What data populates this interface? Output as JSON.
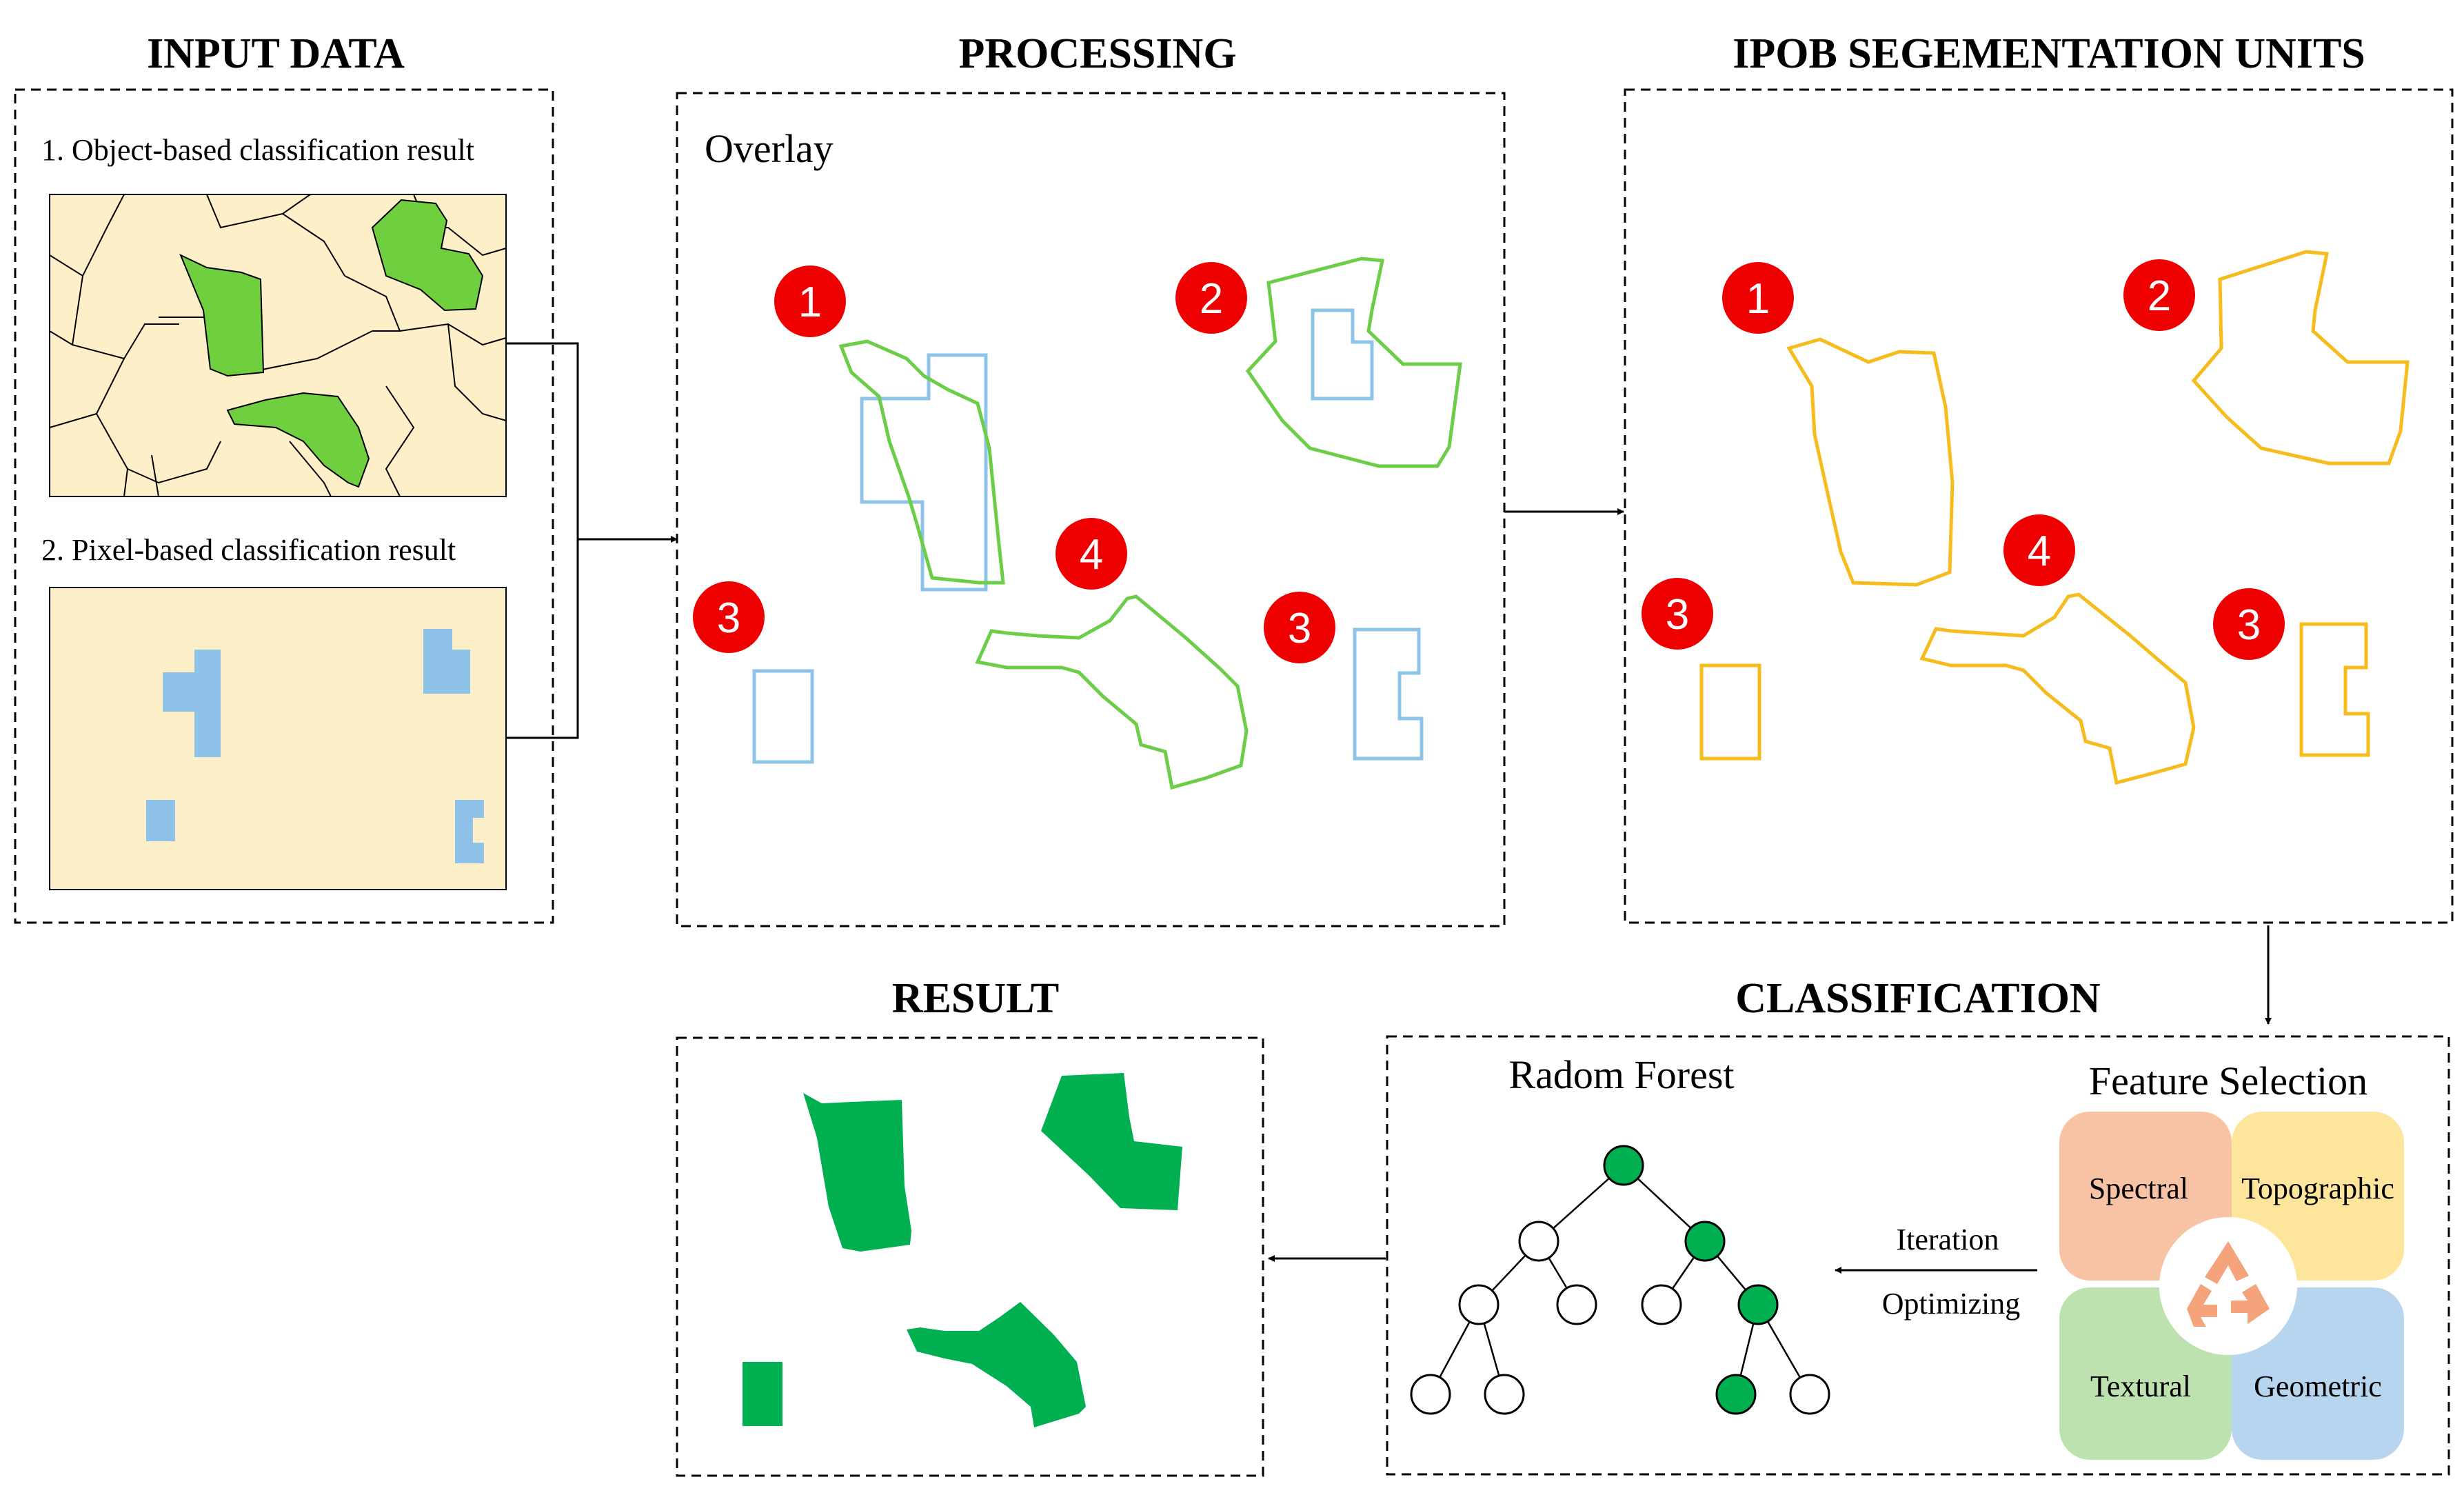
{
  "sections": {
    "input_data": {
      "heading": "INPUT DATA",
      "item1": "1. Object-based classification result",
      "item2": "2. Pixel-based classification result"
    },
    "processing": {
      "heading": "PROCESSING",
      "overlay_label": "Overlay",
      "badges": [
        "1",
        "2",
        "3",
        "4",
        "3"
      ]
    },
    "ipob": {
      "heading": "IPOB SEGEMENTATION UNITS",
      "badges": [
        "1",
        "2",
        "3",
        "4",
        "3"
      ]
    },
    "result": {
      "heading": "RESULT"
    },
    "classification": {
      "heading": "CLASSIFICATION",
      "rf_title": "Radom Forest",
      "fs_title": "Feature Selection",
      "iteration": "Iteration",
      "optimizing": "Optimizing",
      "features": [
        "Spectral",
        "Topographic",
        "Textural",
        "Geometric"
      ]
    }
  },
  "colors": {
    "object_fill": "#6fcf3f",
    "object_stroke": "#6ccd48",
    "pixel_fill": "#8fc2e8",
    "pixel_stroke": "#8cc3e6",
    "background_beige": "#fdf0c8",
    "ipob_stroke": "#f6bb1c",
    "result_fill": "#00b050",
    "badge_red": "#ee0000",
    "spectral": "#f8c2a4",
    "topographic": "#fde59c",
    "textural": "#bde2b0",
    "geometric": "#b7d5ee",
    "recycle_orange": "#f4a37a"
  },
  "icons": [
    "recycle-icon"
  ]
}
